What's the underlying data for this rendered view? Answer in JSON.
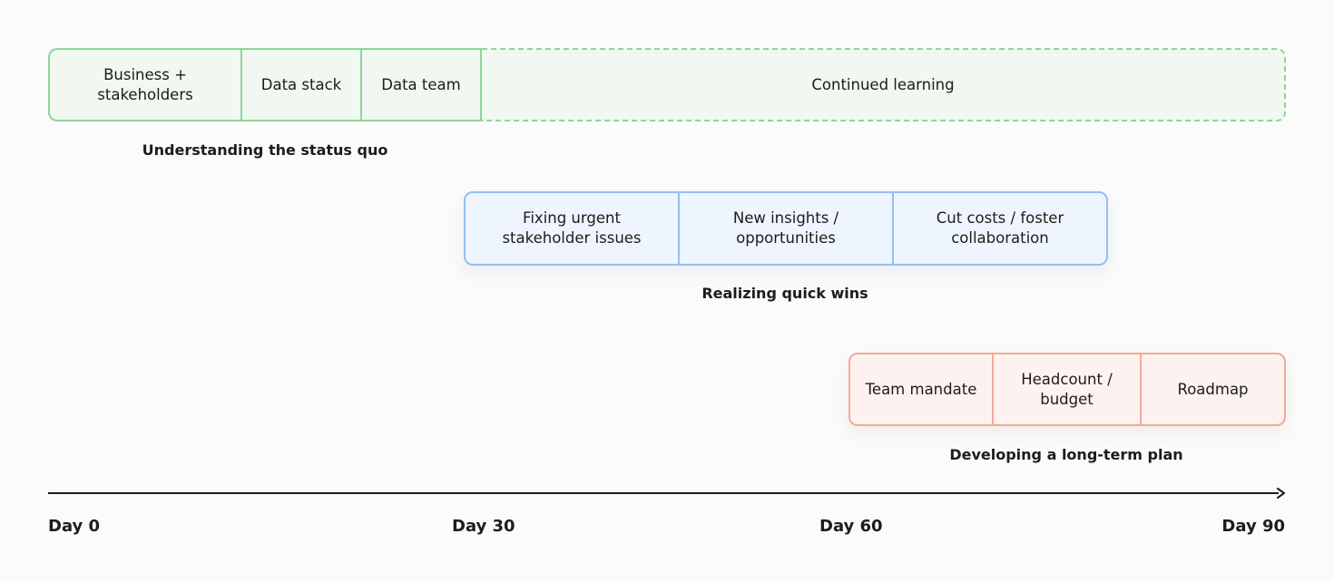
{
  "phases": {
    "status_quo": {
      "label": "Understanding the status quo",
      "cells": [
        "Business +\nstakeholders",
        "Data stack",
        "Data team"
      ],
      "continued": "Continued learning"
    },
    "quick_wins": {
      "label": "Realizing quick wins",
      "cells": [
        "Fixing urgent\nstakeholder issues",
        "New insights /\nopportunities",
        "Cut costs / foster\ncollaboration"
      ]
    },
    "long_term": {
      "label": "Developing a long-term plan",
      "cells": [
        "Team mandate",
        "Headcount /\nbudget",
        "Roadmap"
      ]
    }
  },
  "axis": {
    "ticks": [
      "Day 0",
      "Day 30",
      "Day 60",
      "Day 90"
    ]
  },
  "colors": {
    "green_border": "#8fd59a",
    "green_fill": "#f0f8f1",
    "blue_border": "#95bff2",
    "blue_fill": "#eff5fe",
    "red_border": "#f2aa98",
    "red_fill": "#fdf2ef"
  }
}
